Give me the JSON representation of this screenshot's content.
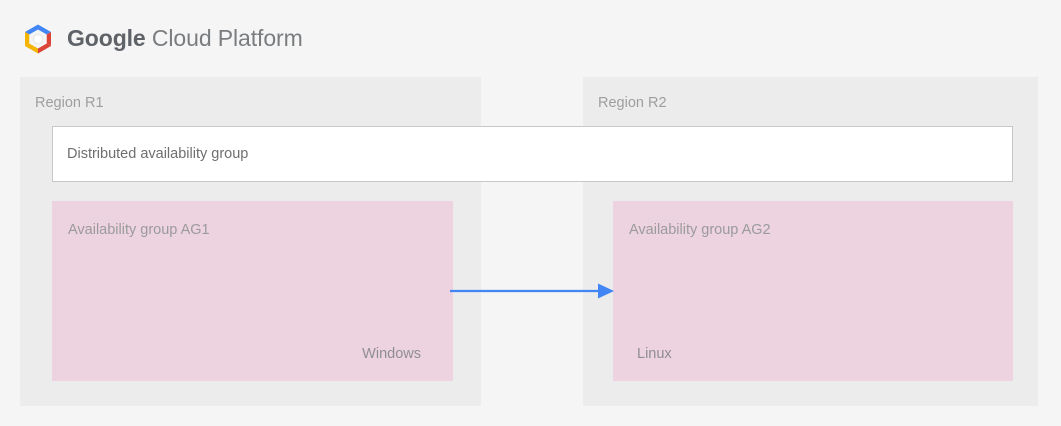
{
  "header": {
    "logo_icon": "google-cloud-platform-hexagon-icon",
    "brand_strong": "Google",
    "brand_light": " Cloud Platform",
    "logo_colors": {
      "blue": "#4285F4",
      "red": "#DB4437",
      "yellow": "#F4B400",
      "center": "#FFFFFF"
    }
  },
  "diagram": {
    "type": "architecture-diagram",
    "background": "#F5F5F5",
    "panel_background": "#ECECEC",
    "availability_group_fill": "#EDD2DF",
    "arrow_color": "#4285F4",
    "distributed_group": {
      "label": "Distributed availability group",
      "background": "#FFFFFF",
      "border_color": "#C8C8C8"
    },
    "regions": [
      {
        "id": "r1",
        "label": "Region R1",
        "availability_group": {
          "title": "Availability group AG1",
          "os": "Windows"
        }
      },
      {
        "id": "r2",
        "label": "Region R2",
        "availability_group": {
          "title": "Availability group AG2",
          "os": "Linux"
        }
      }
    ],
    "connection": {
      "icon": "arrow-right-icon",
      "from": "Availability group AG1",
      "to": "Availability group AG2",
      "direction": "right"
    }
  }
}
